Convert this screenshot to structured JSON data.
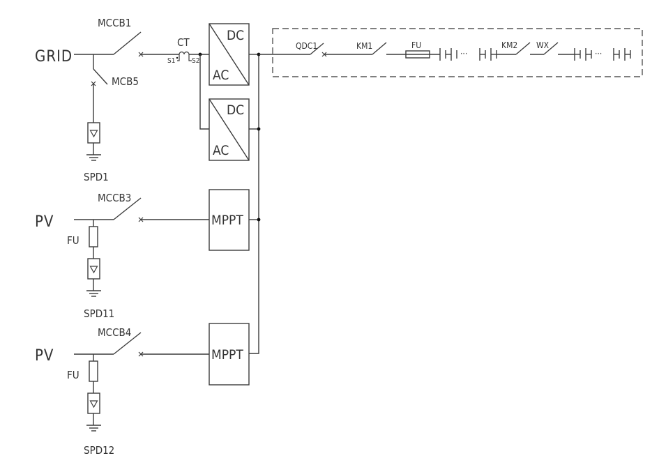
{
  "diagram": {
    "title": "",
    "sources": {
      "grid": "GRID",
      "pv1": "PV",
      "pv2": "PV"
    },
    "breakers": {
      "mccb1": "MCCB1",
      "mcb5": "MCB5",
      "mccb3": "MCCB3",
      "mccb4": "MCCB4",
      "qdc1": "QDC1",
      "km1": "KM1",
      "km2": "KM2",
      "wx": "WX"
    },
    "ct": {
      "label": "CT",
      "s1": "S1",
      "s2": "S2"
    },
    "converters": [
      {
        "top": "DC",
        "bottom": "AC"
      },
      {
        "top": "DC",
        "bottom": "AC"
      }
    ],
    "mppt": [
      "MPPT",
      "MPPT"
    ],
    "fuses": {
      "pv1_fuse": "FU",
      "pv2_fuse": "FU",
      "battery_fuse": "FU"
    },
    "spd": {
      "grid": "SPD1",
      "pv1": "SPD11",
      "pv2": "SPD12"
    },
    "battery_string": {
      "ellipsis": "···"
    }
  }
}
